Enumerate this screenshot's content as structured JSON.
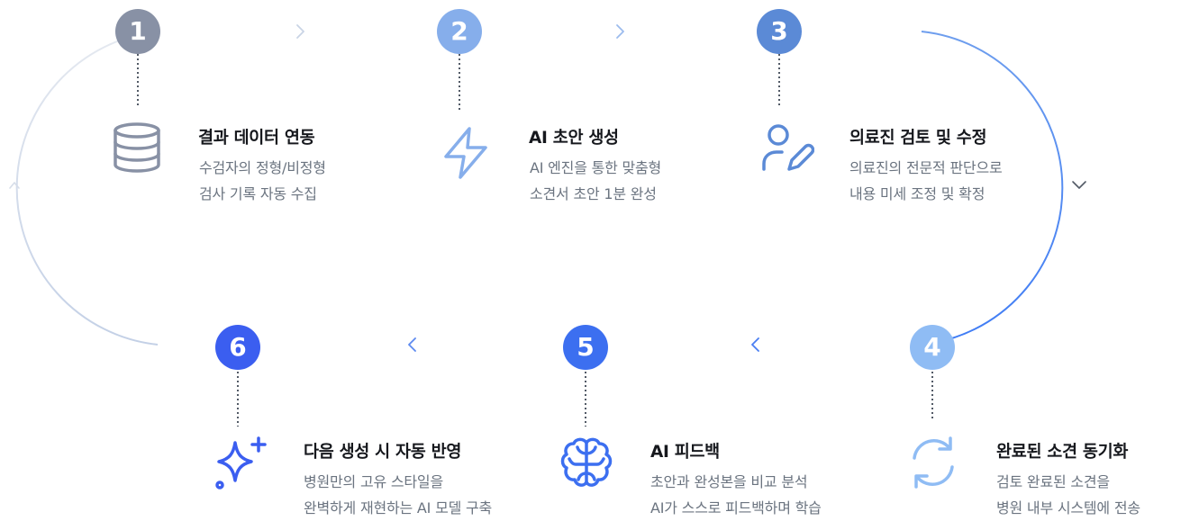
{
  "steps": [
    {
      "number": "1",
      "title": "결과 데이터 연동",
      "desc": [
        "수검자의 정형/비정형",
        "검사 기록 자동 수집"
      ],
      "icon": "database-icon",
      "color": "#8891a5"
    },
    {
      "number": "2",
      "title": "AI 초안 생성",
      "desc": [
        "AI 엔진을 통한 맞춤형",
        "소견서 초안 1분 완성"
      ],
      "icon": "lightning-icon",
      "color": "#86aeeb"
    },
    {
      "number": "3",
      "title": "의료진 검토 및 수정",
      "desc": [
        "의료진의 전문적 판단으로",
        "내용 미세 조정 및 확정"
      ],
      "icon": "user-edit-icon",
      "color": "#5b8ad6"
    },
    {
      "number": "4",
      "title": "완료된 소견 동기화",
      "desc": [
        "검토 완료된 소견을",
        "병원 내부 시스템에 전송"
      ],
      "icon": "sync-icon",
      "color": "#8fbcf4"
    },
    {
      "number": "5",
      "title": "AI 피드백",
      "desc": [
        "초안과 완성본을 비교 분석",
        "AI가 스스로 피드백하며 학습"
      ],
      "icon": "brain-icon",
      "color": "#3c6ff0"
    },
    {
      "number": "6",
      "title": "다음 생성 시 자동 반영",
      "desc": [
        "병원만의 고유 스타일을",
        "완벽하게 재현하는 AI 모델 구축"
      ],
      "icon": "sparkle-icon",
      "color": "#3b5ef0"
    }
  ],
  "colors": {
    "track_start": "#d3d9e5",
    "track_mid": "#78a9f2",
    "track_end": "#3f7cf5",
    "connector": "#525a66",
    "title": "#16181d",
    "desc": "#6b7480"
  }
}
